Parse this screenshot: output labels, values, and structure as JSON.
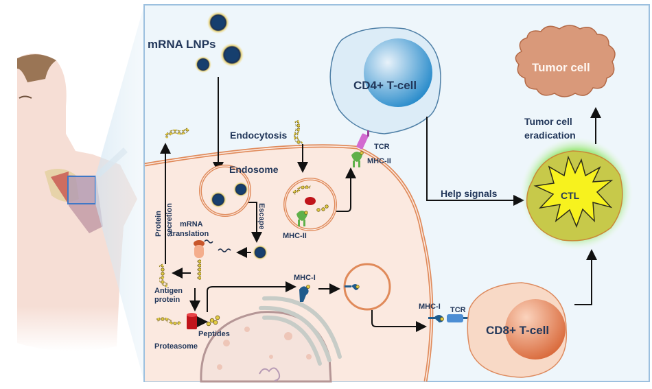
{
  "title": "mRNA LNP vaccine mechanism of anti-tumor immunity",
  "colors": {
    "panel_bg": "#eef6fb",
    "panel_border": "#9cc0df",
    "cell_fill": "#fbe9e0",
    "membrane": "#e08a5a",
    "lnp_core": "#163f6e",
    "lnp_shell": "#e6d27a",
    "text": "#22375a",
    "cd4_fill": "#dcecf7",
    "cd4_nucleus": "#3d97d0",
    "cd8_fill": "#f8d9c6",
    "cd8_nucleus": "#dd7a4a",
    "tumor": "#d9997a",
    "ctl_fill": "#c7c94a",
    "ctl_star": "#f7f21e",
    "ctl_glow": "#7fe07a",
    "tcr_cd4": "#d26ad0",
    "mhc_ii": "#5fb04a",
    "mhc_i": "#1f5b8c",
    "tcr_cd8": "#4c8ed4",
    "proteasome": "#c0141b"
  },
  "labels": {
    "mrna_lnps": "mRNA LNPs",
    "endocytosis": "Endocytosis",
    "endosome": "Endosome",
    "escape": "Escape",
    "protein_secretion_1": "Protein",
    "protein_secretion_2": "secretion",
    "mrna_translation_1": "mRNA",
    "mrna_translation_2": "translation",
    "antigen_protein_1": "Antigen",
    "antigen_protein_2": "protein",
    "proteasome": "Proteasome",
    "peptides": "Peptides",
    "mhc_ii_endosome": "MHC-II",
    "mhc_ii_surface": "MHC-II",
    "tcr_cd4": "TCR",
    "cd4_tcell": "CD4+ T-cell",
    "help_signals": "Help signals",
    "ctl": "CTL",
    "tumor_cell": "Tumor cell",
    "tumor_eradication_1": "Tumor cell",
    "tumor_eradication_2": "eradication",
    "mhc_i_golgi": "MHC-I",
    "mhc_i_surface": "MHC-I",
    "tcr_cd8": "TCR",
    "cd8_tcell": "CD8+ T-cell"
  }
}
